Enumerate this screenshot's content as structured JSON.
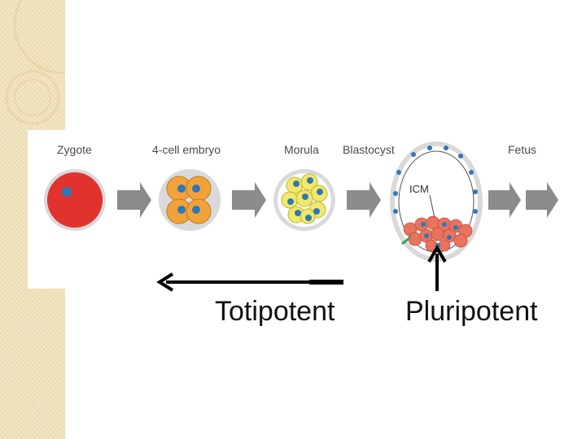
{
  "stages": {
    "zygote": "Zygote",
    "four_cell": "4-cell embryo",
    "morula": "Morula",
    "blastocyst": "Blastocyst",
    "fetus": "Fetus"
  },
  "icm_label": "ICM",
  "potency": {
    "totipotent": "Totipotent",
    "pluripotent": "Pluripotent"
  },
  "colors": {
    "zygote_red": "#e0332e",
    "nucleus_blue": "#2f78b7",
    "cell_orange": "#f1a23a",
    "morula_yellow": "#f2e86a",
    "icm_pink": "#e8735e",
    "arrow_gray": "#8c8c8c",
    "strip_beige": "#f3e6c4"
  }
}
